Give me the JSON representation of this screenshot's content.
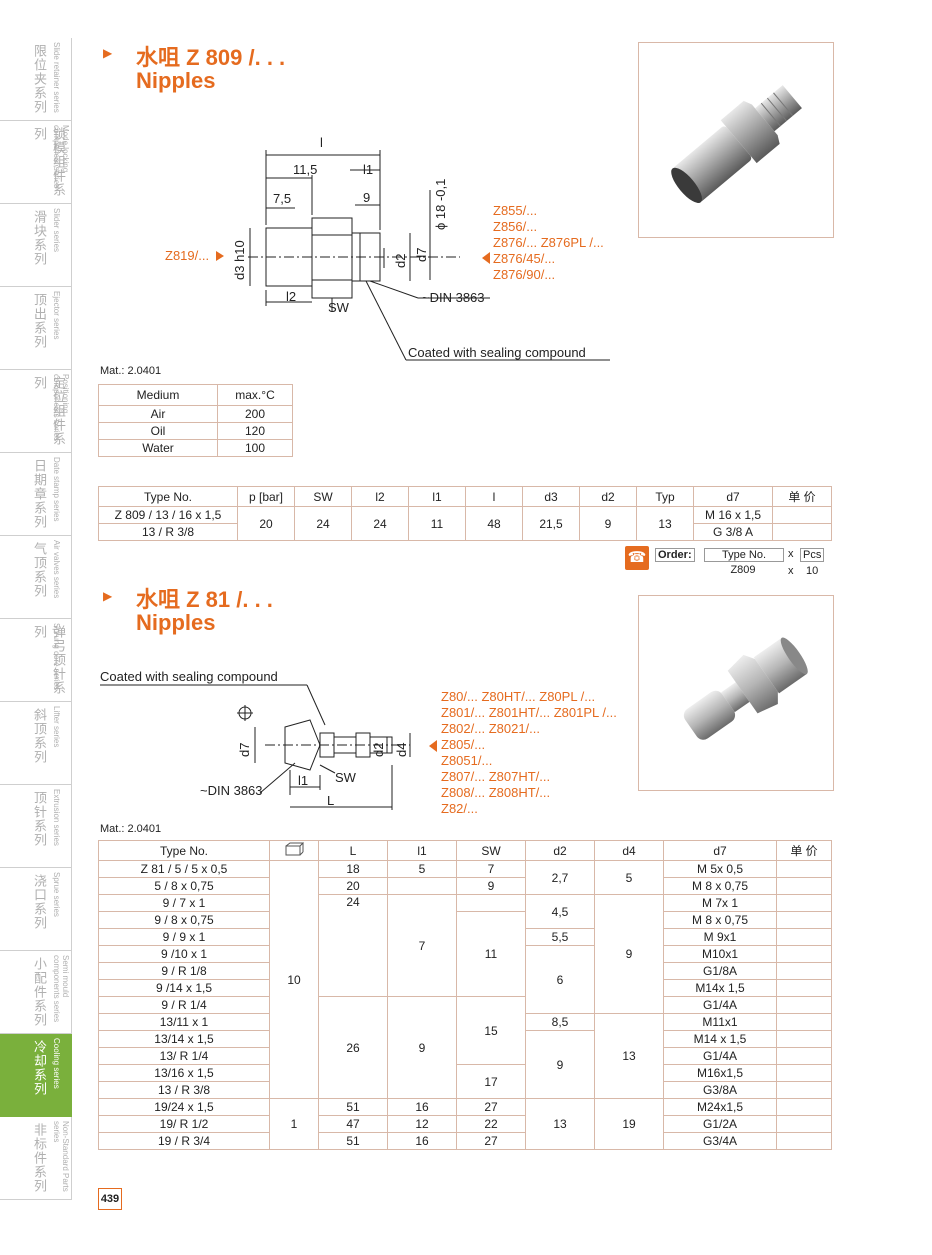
{
  "sidebar": [
    {
      "cn": "限位夹系列",
      "en": "Slide retainer series"
    },
    {
      "cn": "锁模组件系列",
      "en": "Mode locking component series"
    },
    {
      "cn": "滑块系列",
      "en": "Slider series"
    },
    {
      "cn": "顶出系列",
      "en": "Ejector series"
    },
    {
      "cn": "定位组件系列",
      "en": "Positioning components series"
    },
    {
      "cn": "日期章系列",
      "en": "Date stamp series"
    },
    {
      "cn": "气顶系列",
      "en": "Air valves series"
    },
    {
      "cn": "弹弓顶针系列",
      "en": "Sprung core series"
    },
    {
      "cn": "斜顶系列",
      "en": "Lifter series"
    },
    {
      "cn": "顶针系列",
      "en": "Extrusion series"
    },
    {
      "cn": "浇口系列",
      "en": "Sprue series"
    },
    {
      "cn": "小配件系列",
      "en": "Semi mould components series"
    },
    {
      "cn": "冷却系列",
      "en": "Cooling series"
    },
    {
      "cn": "非标件系列",
      "en": "Non-Standard Parts series"
    }
  ],
  "section1": {
    "title_cn": "水咀 Z 809 /. . .",
    "title_en": "Nipples",
    "drawing": {
      "dim_l": "l",
      "dim_115": "11,5",
      "dim_l1": "l1",
      "dim_75": "7,5",
      "dim_9": "9",
      "dim_phi": "ϕ 18 -0,1",
      "dim_d3": "d3 h10",
      "dim_d2": "d2",
      "dim_d7": "d7",
      "dim_l2": "l2",
      "dim_sw": "SW",
      "din": "~DIN 3863",
      "left_ref": "Z819/...",
      "right_refs": [
        "Z855/...",
        "Z856/...",
        "Z876/...   Z876PL /...",
        "Z876/45/...",
        "Z876/90/..."
      ],
      "coated": "Coated with sealing compound"
    },
    "mat": "Mat.: 2.0401",
    "medium_table": {
      "headers": [
        "Medium",
        "max.°C"
      ],
      "rows": [
        [
          "Air",
          "200"
        ],
        [
          "Oil",
          "120"
        ],
        [
          "Water",
          "100"
        ]
      ]
    },
    "main_table": {
      "headers": [
        "Type No.",
        "p [bar]",
        "SW",
        "l2",
        "l1",
        "l",
        "d3",
        "d2",
        "Typ",
        "d7",
        "单 价"
      ],
      "type_rows": [
        "Z 809 / 13 / 16 x 1,5",
        "13 / R 3/8"
      ],
      "p": "20",
      "sw": "24",
      "l2": "24",
      "l1": "11",
      "l": "48",
      "d3": "21,5",
      "d2": "9",
      "typ": "13",
      "d7": [
        "M 16 x 1,5",
        "G 3/8 A"
      ]
    },
    "order": {
      "label": "Order:",
      "type_label": "Type No.",
      "x": "x",
      "pcs": "Pcs",
      "type_val": "Z809",
      "qty": "10"
    }
  },
  "section2": {
    "title_cn": "水咀 Z 81 /. . .",
    "title_en": "Nipples",
    "drawing": {
      "coated": "Coated with sealing compound",
      "d7": "d7",
      "d2": "d2",
      "d4": "d4",
      "sw": "SW",
      "din": "~DIN 3863",
      "l1": "l1",
      "L": "L",
      "refs": [
        "Z80/...      Z80HT/...      Z80PL /...",
        "Z801/...    Z801HT/...    Z801PL /...",
        "Z802/...    Z8021/...",
        "Z805/...",
        "Z8051/...",
        "Z807/...    Z807HT/...",
        "Z808/...    Z808HT/...",
        "Z82/..."
      ]
    },
    "mat": "Mat.: 2.0401",
    "table": {
      "headers": [
        "Type No.",
        "",
        "L",
        "l1",
        "SW",
        "d2",
        "d4",
        "d7",
        "单 价"
      ],
      "type_no": [
        "Z 81 / 5 / 5 x 0,5",
        "5 / 8 x 0,75",
        "9 / 7 x 1",
        "9 / 8 x 0,75",
        "9 / 9 x 1",
        "9 /10 x 1",
        "9 / R 1/8",
        "9 /14 x 1,5",
        "9 / R 1/4",
        "13/11 x 1",
        "13/14 x 1,5",
        "13/ R 1/4",
        "13/16 x 1,5",
        "13 / R 3/8",
        "19/24 x 1,5",
        "19/ R 1/2",
        "19 / R 3/4"
      ],
      "pack": [
        "10",
        "1"
      ],
      "L": [
        "18",
        "20",
        "24",
        "26",
        "51",
        "47",
        "51"
      ],
      "l1": [
        "5",
        "7",
        "9",
        "16",
        "12",
        "16"
      ],
      "sw": [
        "7",
        "9",
        "11",
        "15",
        "17",
        "27",
        "22",
        "27"
      ],
      "d2": [
        "2,7",
        "4,5",
        "5,5",
        "6",
        "8,5",
        "9",
        "13"
      ],
      "d4": [
        "5",
        "9",
        "13",
        "19"
      ],
      "d7": [
        "M  5x 0,5",
        "M 8 x 0,75",
        "M  7x 1",
        "M 8 x 0,75",
        "M  9x1",
        "M10x1",
        "G1/8A",
        "M14x 1,5",
        "G1/4A",
        "M11x1",
        "M14 x 1,5",
        "G1/4A",
        "M16x1,5",
        "G3/8A",
        "M24x1,5",
        "G1/2A",
        "G3/4A"
      ]
    },
    "page_number": "439"
  }
}
